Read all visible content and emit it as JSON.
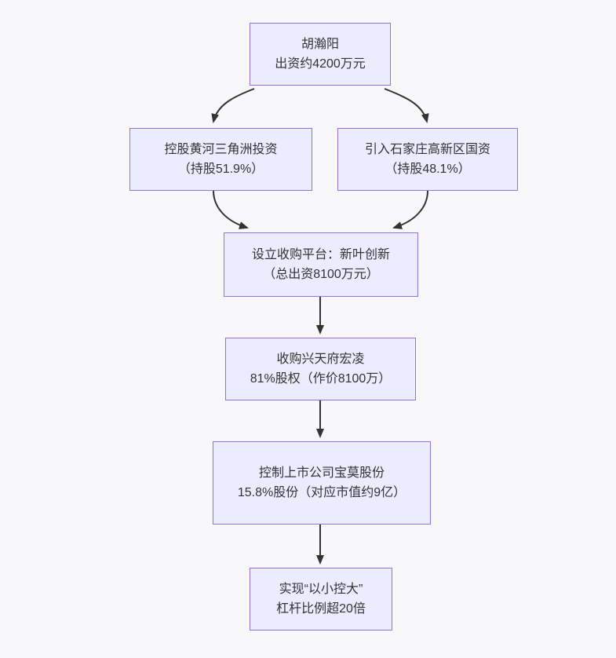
{
  "page": {
    "background_color": "#f8f8fa"
  },
  "diagram": {
    "type": "flowchart",
    "direction": "top-down",
    "node_style": {
      "fill_color": "#ECECFF",
      "border_color": "#9370DB",
      "text_color": "#333333"
    },
    "edge_color": "#333333",
    "nodes": [
      {
        "id": "investor",
        "lines": [
          "胡瀚阳",
          "出资约4200万元"
        ]
      },
      {
        "id": "huanghe",
        "lines": [
          "控股黄河三角洲投资",
          "（持股51.9%）"
        ]
      },
      {
        "id": "shijiazhuang",
        "lines": [
          "引入石家庄高新区国资",
          "（持股48.1%）"
        ]
      },
      {
        "id": "platform",
        "lines": [
          "设立收购平台：新叶创新",
          "（总出资8100万元）"
        ]
      },
      {
        "id": "acquire",
        "lines": [
          "收购兴天府宏凌",
          "81%股权（作价8100万）"
        ]
      },
      {
        "id": "listco",
        "lines": [
          "控制上市公司宝莫股份",
          "15.8%股份（对应市值约9亿）"
        ]
      },
      {
        "id": "result",
        "lines": [
          "实现“以小控大”",
          "杠杆比例超20倍"
        ]
      }
    ],
    "edges": [
      {
        "from": "investor",
        "to": "huanghe"
      },
      {
        "from": "investor",
        "to": "shijiazhuang"
      },
      {
        "from": "huanghe",
        "to": "platform"
      },
      {
        "from": "shijiazhuang",
        "to": "platform"
      },
      {
        "from": "platform",
        "to": "acquire"
      },
      {
        "from": "acquire",
        "to": "listco"
      },
      {
        "from": "listco",
        "to": "result"
      }
    ]
  }
}
